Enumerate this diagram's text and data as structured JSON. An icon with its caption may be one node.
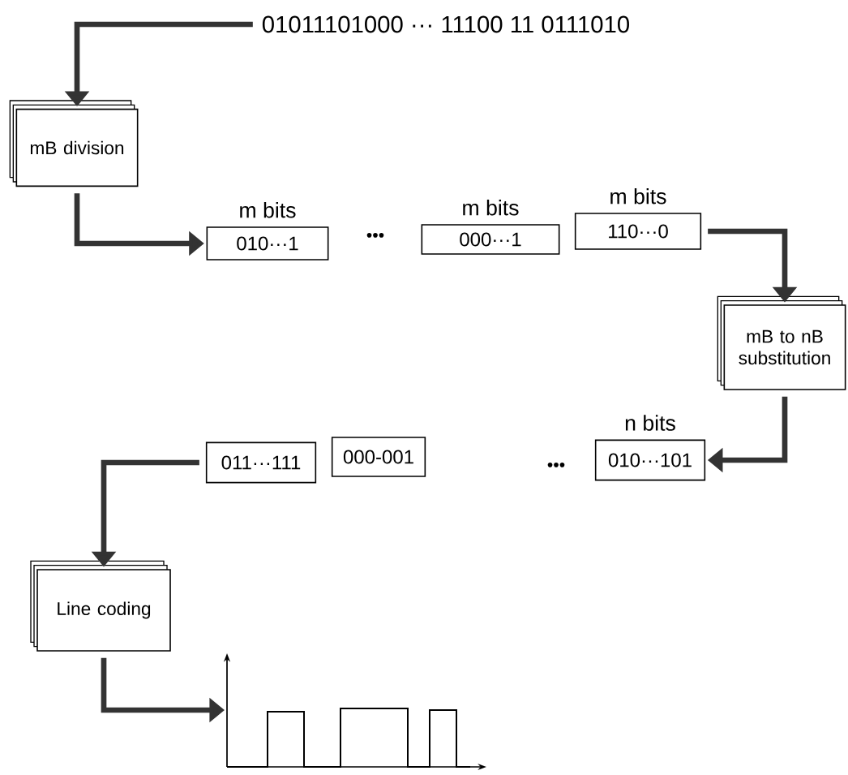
{
  "diagram": {
    "nodes": [
      {
        "text": [
          "01011101000 ··· 11100 11 0111010"
        ]
      },
      {
        "text": [
          "mB division"
        ]
      },
      {
        "text": [
          "010···1"
        ],
        "beside": [
          "m bits"
        ]
      },
      {
        "text": [
          "000···1"
        ],
        "beside": [
          "m bits"
        ]
      },
      {
        "text": [
          "110···0"
        ],
        "beside": [
          "m bits"
        ]
      },
      {
        "text": [
          "mB to nB substitution"
        ]
      },
      {
        "text": [
          "010···101"
        ],
        "beside": [
          "n bits"
        ]
      },
      {
        "text": [
          "000-001"
        ]
      },
      {
        "text": [
          "011···111"
        ]
      },
      {
        "text": [
          "Line coding"
        ]
      },
      {
        "text": [],
        "shape": "picture"
      }
    ],
    "edges": [
      {
        "from": 0,
        "to": 1,
        "arrow": "to"
      },
      {
        "from": 1,
        "to": 2,
        "arrow": "to"
      },
      {
        "from": 4,
        "to": 5,
        "arrow": "to"
      },
      {
        "from": 5,
        "to": 6,
        "arrow": "to"
      },
      {
        "from": 8,
        "to": 9,
        "arrow": "to"
      },
      {
        "from": 9,
        "to": 10,
        "arrow": "to"
      }
    ],
    "labels": [
      "•••",
      "•••"
    ]
  }
}
